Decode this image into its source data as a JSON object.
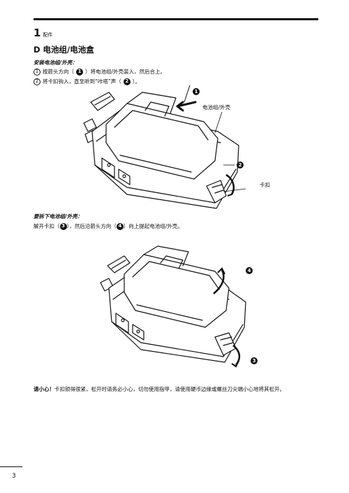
{
  "section": {
    "number": "1",
    "title": "配件"
  },
  "heading": "D 电池组/电池盒",
  "install": {
    "title": "安装电池组/外壳：",
    "step1": {
      "marker": "1",
      "prefix": "按箭头方向（",
      "badge": "1",
      "suffix": "）将电池组/外壳装入，然后合上。"
    },
    "step2": {
      "marker": "2",
      "prefix": "将卡扣钩入，直至听到“咔嗒”声（",
      "badge": "2",
      "suffix": "）。"
    }
  },
  "figure1": {
    "label_battery": "电池组/外壳",
    "label_clip": "卡扣",
    "badge_1": "1",
    "badge_2": "2"
  },
  "remove": {
    "title": "要拆下电池组/外壳：",
    "line": {
      "prefix": "解开卡扣（",
      "badge1": "3",
      "middle": "），然后沿箭头方向（",
      "badge2": "4",
      "suffix": "）向上提起电池组/外壳。"
    }
  },
  "figure2": {
    "badge_3": "3",
    "badge_4": "4"
  },
  "warning": {
    "label": "请小心！",
    "text": "卡扣锁得很紧，松开时请务必小心，切勿使用指甲，请使用硬币边缘或螺丝刀尖端小心地将其松开。"
  },
  "page_number": "3"
}
